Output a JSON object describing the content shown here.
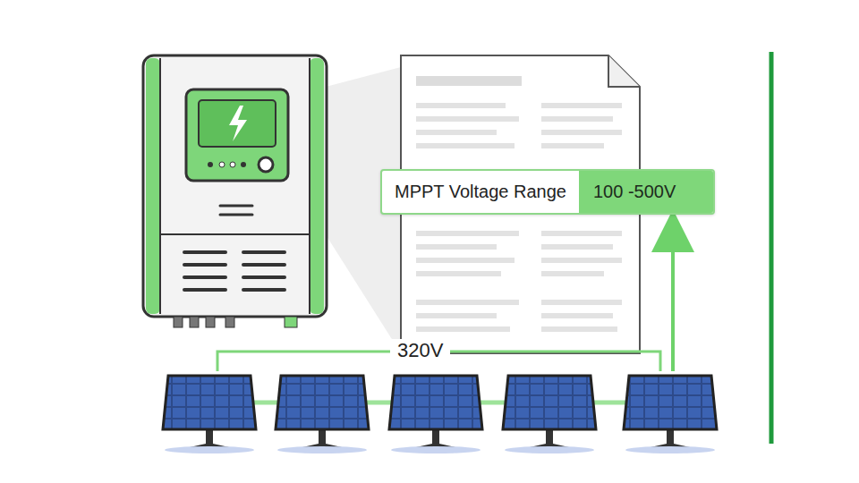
{
  "diagram": {
    "nodes": [
      {
        "text": [
          "MPPT Voltage Range",
          "100 -500V"
        ]
      }
    ],
    "labels": [
      "320V"
    ]
  }
}
